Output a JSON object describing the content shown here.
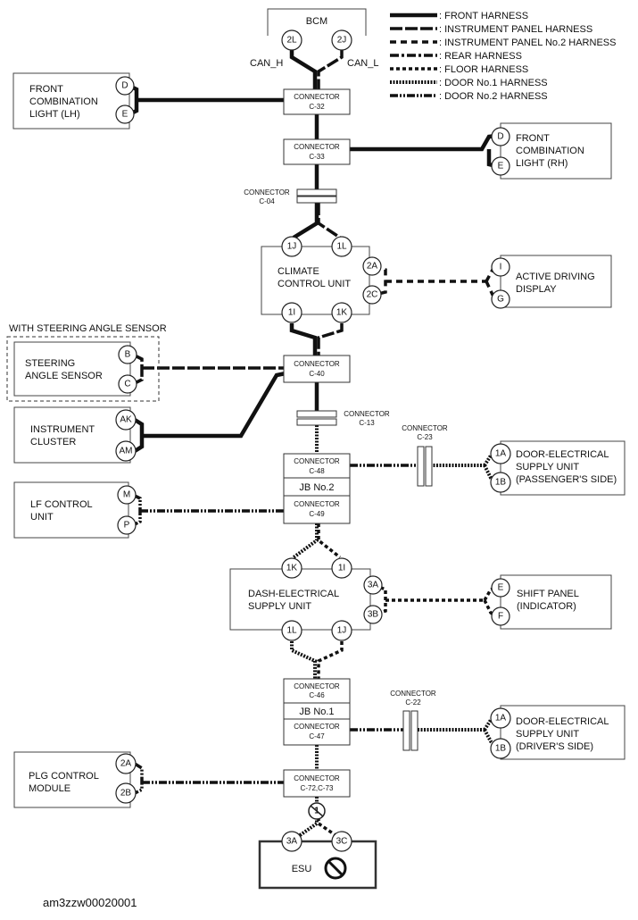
{
  "legend": {
    "items": [
      {
        "style": "front",
        "label": ": FRONT HARNESS"
      },
      {
        "style": "ip",
        "label": ": INSTRUMENT PANEL HARNESS"
      },
      {
        "style": "ip2",
        "label": ": INSTRUMENT PANEL No.2 HARNESS"
      },
      {
        "style": "rear",
        "label": ": REAR HARNESS"
      },
      {
        "style": "floor",
        "label": ": FLOOR HARNESS"
      },
      {
        "style": "door1",
        "label": ": DOOR No.1 HARNESS"
      },
      {
        "style": "door2",
        "label": ": DOOR No.2 HARNESS"
      }
    ]
  },
  "components": {
    "bcm": {
      "name": "BCM",
      "pin_a": "2L",
      "pin_b": "2J",
      "can_h": "CAN_H",
      "can_l": "CAN_L"
    },
    "front_lh": {
      "line1": "FRONT",
      "line2": "COMBINATION",
      "line3": "LIGHT (LH)",
      "pin_a": "D",
      "pin_b": "E"
    },
    "front_rh": {
      "line1": "FRONT",
      "line2": "COMBINATION",
      "line3": "LIGHT (RH)",
      "pin_a": "D",
      "pin_b": "E"
    },
    "climate": {
      "line1": "CLIMATE",
      "line2": "CONTROL UNIT",
      "pin_1j": "1J",
      "pin_1l": "1L",
      "pin_1i": "1I",
      "pin_1k": "1K",
      "pin_2a": "2A",
      "pin_2c": "2C"
    },
    "active_display": {
      "line1": "ACTIVE DRIVING",
      "line2": "DISPLAY",
      "pin_a": "I",
      "pin_b": "G"
    },
    "steering_group": "WITH STEERING ANGLE SENSOR",
    "steering": {
      "line1": "STEERING",
      "line2": "ANGLE SENSOR",
      "pin_a": "B",
      "pin_b": "C"
    },
    "cluster": {
      "line1": "INSTRUMENT",
      "line2": "CLUSTER",
      "pin_a": "AK",
      "pin_b": "AM"
    },
    "door_pass": {
      "line1": "DOOR-ELECTRICAL",
      "line2": "SUPPLY UNIT",
      "line3": "(PASSENGER'S SIDE)",
      "pin_a": "1A",
      "pin_b": "1B"
    },
    "lf_control": {
      "line1": "LF CONTROL",
      "line2": "UNIT",
      "pin_a": "M",
      "pin_b": "P"
    },
    "dash": {
      "line1": "DASH-ELECTRICAL",
      "line2": "SUPPLY UNIT",
      "pin_1k": "1K",
      "pin_1i": "1I",
      "pin_3a": "3A",
      "pin_3b": "3B",
      "pin_1l": "1L",
      "pin_1j": "1J"
    },
    "shift_panel": {
      "line1": "SHIFT PANEL",
      "line2": "(INDICATOR)",
      "pin_a": "E",
      "pin_b": "F"
    },
    "door_driver": {
      "line1": "DOOR-ELECTRICAL",
      "line2": "SUPPLY UNIT",
      "line3": "(DRIVER'S SIDE)",
      "pin_a": "1A",
      "pin_b": "1B"
    },
    "plg": {
      "line1": "PLG CONTROL",
      "line2": "MODULE",
      "pin_a": "2A",
      "pin_b": "2B"
    },
    "esu": {
      "name": "ESU",
      "pin_a": "3A",
      "pin_b": "3C"
    }
  },
  "connectors": {
    "c32": {
      "label": "CONNECTOR",
      "id": "C-32"
    },
    "c33": {
      "label": "CONNECTOR",
      "id": "C-33"
    },
    "c04": {
      "label": "CONNECTOR",
      "id": "C-04"
    },
    "c40": {
      "label": "CONNECTOR",
      "id": "C-40"
    },
    "c13": {
      "label": "CONNECTOR",
      "id": "C-13"
    },
    "c48": {
      "label": "CONNECTOR",
      "id": "C-48"
    },
    "jb2": "JB No.2",
    "c49": {
      "label": "CONNECTOR",
      "id": "C-49"
    },
    "c23": {
      "label": "CONNECTOR",
      "id": "C-23"
    },
    "c46": {
      "label": "CONNECTOR",
      "id": "C-46"
    },
    "jb1": "JB No.1",
    "c47": {
      "label": "CONNECTOR",
      "id": "C-47"
    },
    "c22": {
      "label": "CONNECTOR",
      "id": "C-22"
    },
    "c72": {
      "label": "CONNECTOR",
      "id": "C-72,C-73"
    },
    "term_marker": "1"
  },
  "caption": "am3zzw00020001"
}
